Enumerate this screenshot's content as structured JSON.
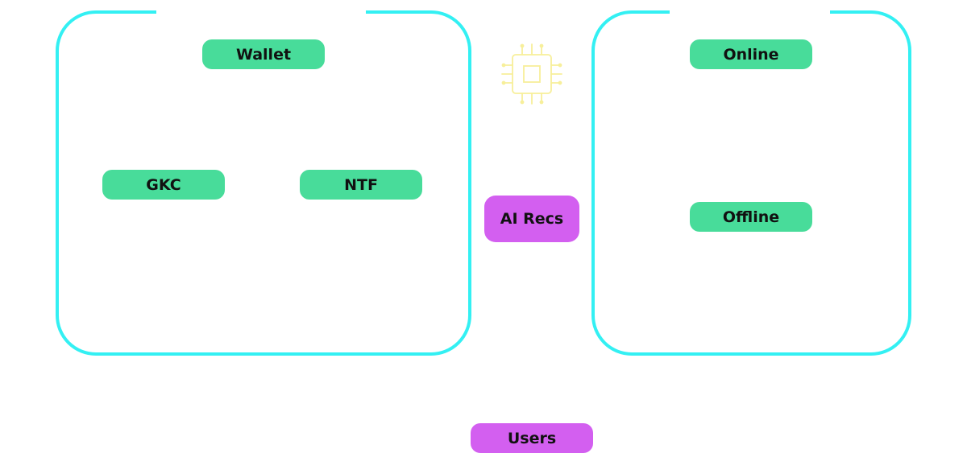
{
  "colors": {
    "frame": "#33f0f3",
    "green": "#48dc9a",
    "purple": "#d35ff0",
    "chip": "#f7ef9a"
  },
  "left_group": {
    "title": "Wallet",
    "items": [
      "GKC",
      "NTF"
    ]
  },
  "right_group": {
    "items": [
      "Online",
      "Offline"
    ]
  },
  "center": {
    "icon": "cpu-chip-icon",
    "label": "AI Recs"
  },
  "bottom": {
    "label": "Users"
  }
}
